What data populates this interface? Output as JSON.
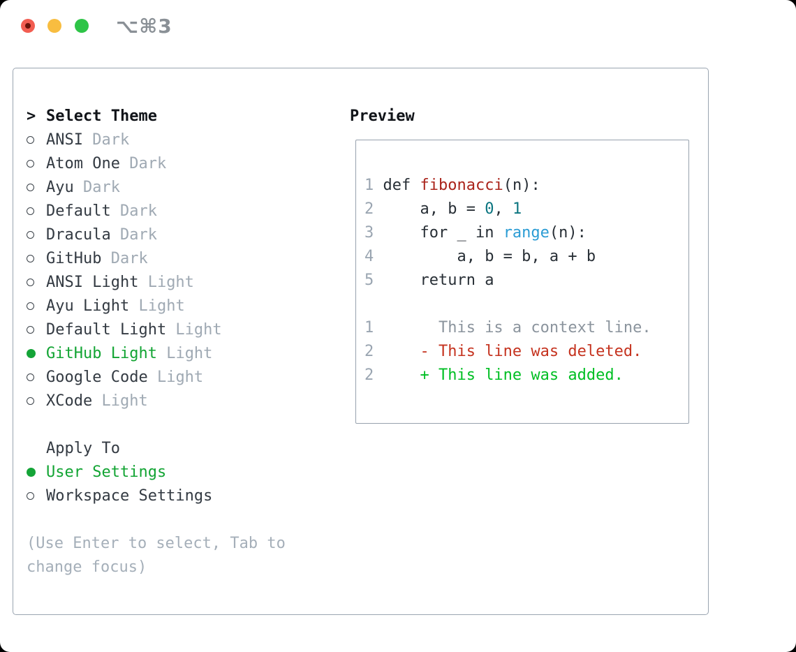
{
  "window": {
    "title": "⌥⌘3",
    "traffic_lights": [
      {
        "name": "close",
        "color": "#f25d51"
      },
      {
        "name": "minimize",
        "color": "#f8bd40"
      },
      {
        "name": "maximize",
        "color": "#2ec447"
      }
    ]
  },
  "theme_panel": {
    "header_marker": ">",
    "header": "Select Theme",
    "themes": [
      {
        "name": "ANSI",
        "variant": "Dark",
        "selected": false
      },
      {
        "name": "Atom One",
        "variant": "Dark",
        "selected": false
      },
      {
        "name": "Ayu",
        "variant": "Dark",
        "selected": false
      },
      {
        "name": "Default",
        "variant": "Dark",
        "selected": false
      },
      {
        "name": "Dracula",
        "variant": "Dark",
        "selected": false
      },
      {
        "name": "GitHub",
        "variant": "Dark",
        "selected": false
      },
      {
        "name": "ANSI Light",
        "variant": "Light",
        "selected": false
      },
      {
        "name": "Ayu Light",
        "variant": "Light",
        "selected": false
      },
      {
        "name": "Default Light",
        "variant": "Light",
        "selected": false
      },
      {
        "name": "GitHub Light",
        "variant": "Light",
        "selected": true
      },
      {
        "name": "Google Code",
        "variant": "Light",
        "selected": false
      },
      {
        "name": "XCode",
        "variant": "Light",
        "selected": false
      }
    ],
    "apply_to": {
      "header": "Apply To",
      "options": [
        {
          "label": "User Settings",
          "selected": true
        },
        {
          "label": "Workspace Settings",
          "selected": false
        }
      ]
    },
    "help_lines": [
      "(Use Enter to select, Tab to",
      "change focus)"
    ]
  },
  "preview": {
    "header": "Preview",
    "code_lines": [
      {
        "segments": [
          {
            "text": "1 ",
            "style": "num"
          },
          {
            "text": "def ",
            "style": "code"
          },
          {
            "text": "fibonacci",
            "style": "func"
          },
          {
            "text": "(n):",
            "style": "code"
          }
        ]
      },
      {
        "segments": [
          {
            "text": "2 ",
            "style": "num"
          },
          {
            "text": "    a, b = ",
            "style": "code"
          },
          {
            "text": "0",
            "style": "lit"
          },
          {
            "text": ", ",
            "style": "code"
          },
          {
            "text": "1",
            "style": "lit"
          }
        ]
      },
      {
        "segments": [
          {
            "text": "3 ",
            "style": "num"
          },
          {
            "text": "    for _ in ",
            "style": "code"
          },
          {
            "text": "range",
            "style": "builtin"
          },
          {
            "text": "(n):",
            "style": "code"
          }
        ]
      },
      {
        "segments": [
          {
            "text": "4 ",
            "style": "num"
          },
          {
            "text": "        a, b = b, a + b",
            "style": "code"
          }
        ]
      },
      {
        "segments": [
          {
            "text": "5 ",
            "style": "num"
          },
          {
            "text": "    return a",
            "style": "code"
          }
        ]
      },
      {
        "segments": []
      },
      {
        "segments": [
          {
            "text": "1",
            "style": "num"
          },
          {
            "text": "       This is a context line.",
            "style": "context"
          }
        ]
      },
      {
        "segments": [
          {
            "text": "2",
            "style": "num"
          },
          {
            "text": "     - This line was deleted.",
            "style": "deleted"
          }
        ]
      },
      {
        "segments": [
          {
            "text": "2",
            "style": "num"
          },
          {
            "text": "     + This line was added.",
            "style": "added"
          }
        ]
      }
    ]
  },
  "colors": {
    "selection_green": "#12a433",
    "added_green": "#00bf24",
    "deleted_red": "#c5331f",
    "function_red": "#aa241b",
    "literal_teal": "#0b7580",
    "builtin_blue": "#2b9cd4",
    "muted_gray": "#9fa9b3",
    "panel_border": "#9aa4b0"
  }
}
